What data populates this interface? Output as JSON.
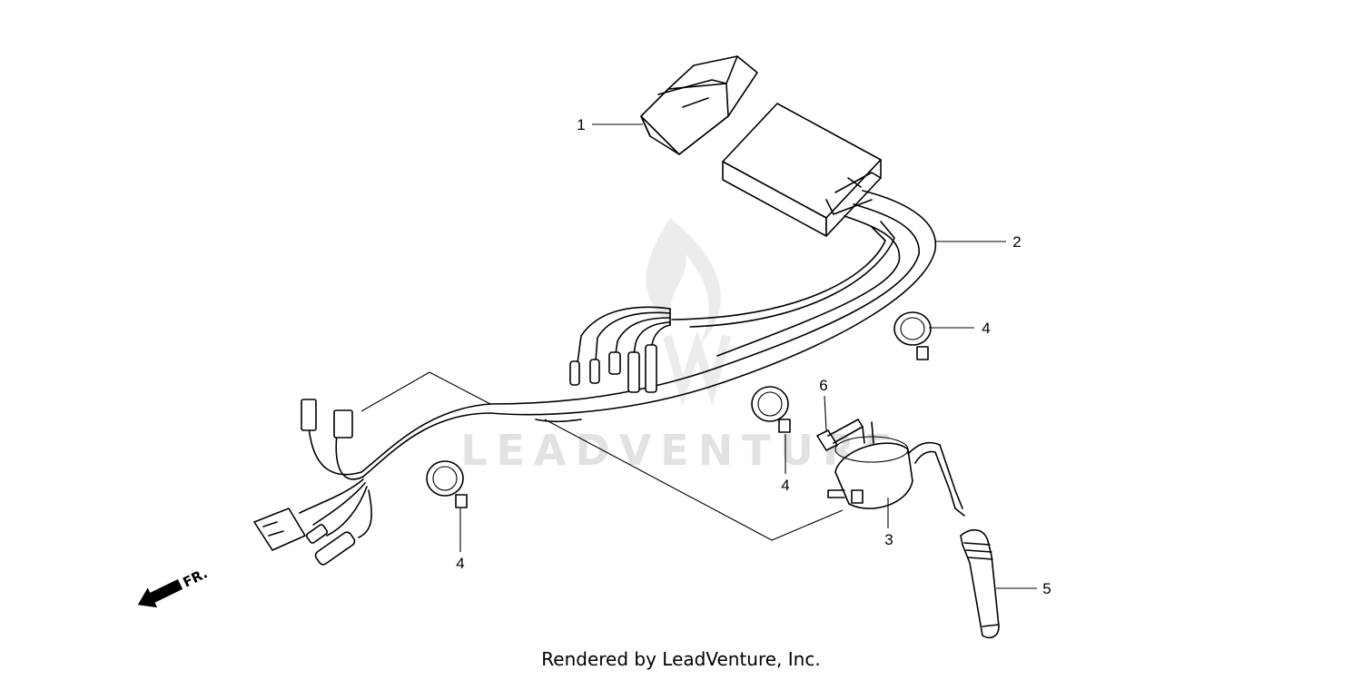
{
  "watermark": {
    "text": "LEADVENTURE"
  },
  "direction_arrow": {
    "label": "FR."
  },
  "callouts": [
    {
      "id": "1",
      "label": "1"
    },
    {
      "id": "2",
      "label": "2"
    },
    {
      "id": "3",
      "label": "3"
    },
    {
      "id": "4a",
      "label": "4"
    },
    {
      "id": "4b",
      "label": "4"
    },
    {
      "id": "4c",
      "label": "4"
    },
    {
      "id": "5",
      "label": "5"
    },
    {
      "id": "6",
      "label": "6"
    }
  ],
  "footer": {
    "credit": "Rendered by LeadVenture, Inc."
  }
}
